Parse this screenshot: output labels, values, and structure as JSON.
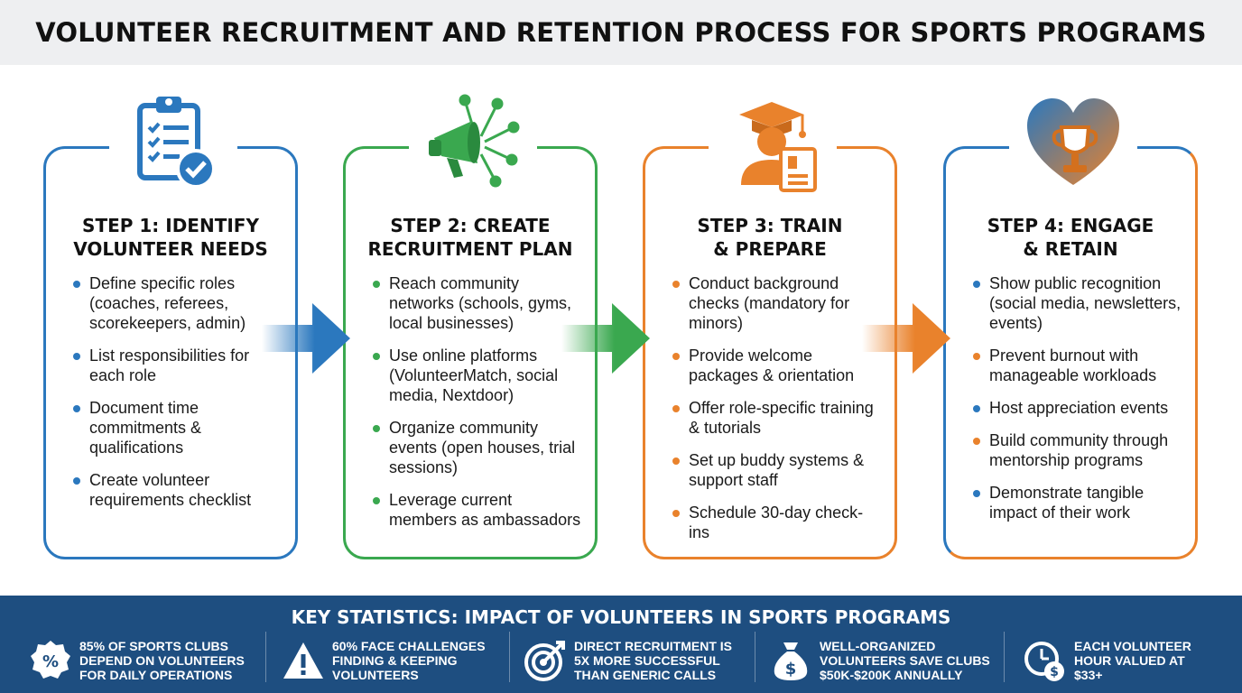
{
  "title": "VOLUNTEER RECRUITMENT AND RETENTION PROCESS FOR SPORTS PROGRAMS",
  "colors": {
    "blue": "#2b78be",
    "green": "#3aa84f",
    "orange": "#e9822c",
    "stats_bg": "#1e4e80"
  },
  "steps": [
    {
      "icon": "clipboard-checklist-icon",
      "title": "STEP 1: IDENTIFY VOLUNTEER NEEDS",
      "title_lines": [
        "STEP 1: IDENTIFY",
        "VOLUNTEER NEEDS"
      ],
      "items": [
        "Define specific roles (coaches, referees, scorekeepers, admin)",
        "List responsibilities for each role",
        "Document time commitments & qualifications",
        "Create volunteer requirements checklist"
      ]
    },
    {
      "icon": "megaphone-network-icon",
      "title": "STEP 2: CREATE RECRUITMENT PLAN",
      "title_lines": [
        "STEP 2: CREATE",
        "RECRUITMENT PLAN"
      ],
      "items": [
        "Reach community networks (schools, gyms, local businesses)",
        "Use online platforms (VolunteerMatch, social media, Nextdoor)",
        "Organize community events (open houses, trial sessions)",
        "Leverage current members as ambassadors"
      ]
    },
    {
      "icon": "graduate-certificate-icon",
      "title": "STEP 3: TRAIN & PREPARE",
      "title_lines": [
        "STEP 3: TRAIN",
        "& PREPARE"
      ],
      "items": [
        "Conduct background checks (mandatory for minors)",
        "Provide welcome packages & orientation",
        "Offer role-specific training & tutorials",
        "Set up buddy systems & support staff",
        "Schedule 30-day check-ins"
      ]
    },
    {
      "icon": "heart-trophy-icon",
      "title": "STEP 4: ENGAGE & RETAIN",
      "title_lines": [
        "STEP 4: ENGAGE",
        "& RETAIN"
      ],
      "items": [
        "Show public recognition (social media, newsletters, events)",
        "Prevent burnout with manageable workloads",
        "Host appreciation events",
        "Build community through mentorship programs",
        "Demonstrate tangible impact of their work"
      ]
    }
  ],
  "stats": {
    "heading": "KEY STATISTICS: IMPACT OF VOLUNTEERS IN SPORTS PROGRAMS",
    "items": [
      {
        "icon": "percent-badge-icon",
        "text": "85% of sports clubs\ndepend on volunteers\nfor daily operations"
      },
      {
        "icon": "warning-triangle-icon",
        "text": "60% face challenges\nfinding & keeping\nvolunteers"
      },
      {
        "icon": "target-arrow-icon",
        "text": "Direct recruitment is\n5x more successful\nthan generic calls"
      },
      {
        "icon": "money-bag-icon",
        "text": "Well-organized\nvolunteers save clubs\n$50K-$200K annually"
      },
      {
        "icon": "clock-dollar-icon",
        "text": "Each volunteer\nhour valued at\n$33+"
      }
    ]
  }
}
